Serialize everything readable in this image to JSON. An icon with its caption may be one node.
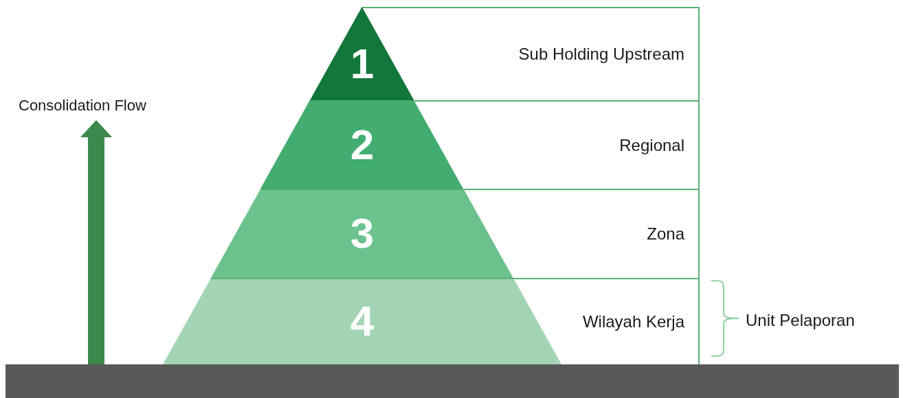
{
  "diagram": {
    "nodes": [
      {
        "text": [
          "1"
        ]
      },
      {
        "text": [
          "2"
        ]
      },
      {
        "text": [
          "3"
        ]
      },
      {
        "text": [
          "4"
        ]
      },
      {
        "text": [
          "Sub Holding Upstream"
        ]
      },
      {
        "text": [
          "Regional"
        ]
      },
      {
        "text": [
          "Zona"
        ]
      },
      {
        "text": [
          "Wilayah Kerja"
        ]
      }
    ],
    "labels": [
      "Consolidation Flow",
      "Unit Pelaporan"
    ]
  }
}
